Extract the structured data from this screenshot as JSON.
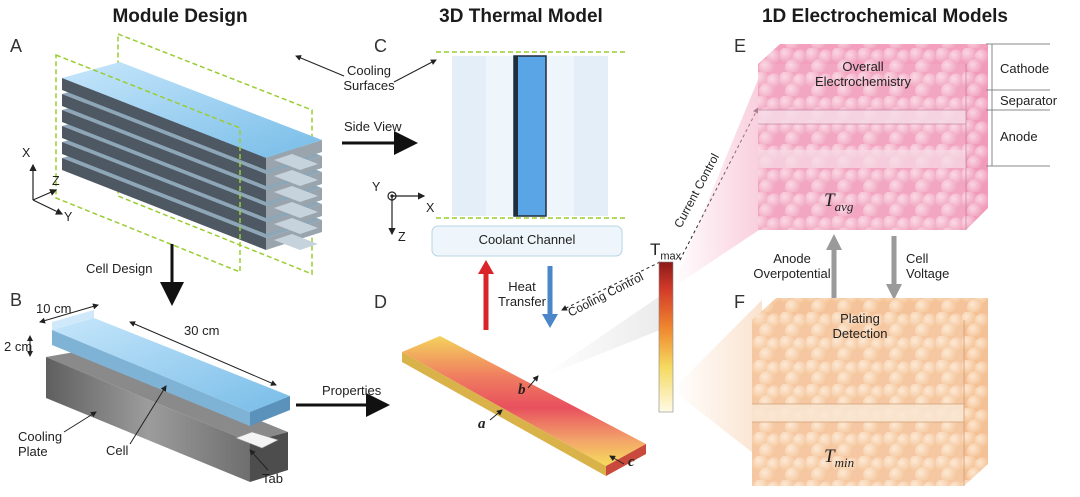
{
  "headers": {
    "module_design": "Module Design",
    "thermal_model": "3D Thermal Model",
    "electrochem_models": "1D Electrochemical Models"
  },
  "panels": {
    "A": "A",
    "B": "B",
    "C": "C",
    "D": "D",
    "E": "E",
    "F": "F"
  },
  "panel_a": {
    "cooling_surfaces": "Cooling\nSurfaces",
    "axis_x": "X",
    "axis_y": "Y",
    "axis_z": "Z"
  },
  "arrows": {
    "cell_design": "Cell Design",
    "side_view": "Side View",
    "properties": "Properties",
    "heat_transfer": "Heat\nTransfer",
    "cooling_control": "Cooling Control",
    "current_control": "Current Control",
    "anode_overpotential": "Anode\nOverpotential",
    "cell_voltage": "Cell\nVoltage"
  },
  "panel_b": {
    "width": "10 cm",
    "length": "30 cm",
    "thickness": "2 cm",
    "cooling_plate": "Cooling\nPlate",
    "cell": "Cell",
    "tab": "Tab"
  },
  "panel_c": {
    "coolant_channel": "Coolant Channel",
    "axis_y": "Y",
    "axis_x": "X",
    "axis_z": "Z"
  },
  "panel_d": {
    "point_a": "a",
    "point_b": "b",
    "point_c": "c",
    "tmax_letter": "T",
    "tmax_sub": "max"
  },
  "panel_e": {
    "overall": "Overall\nElectrochemistry",
    "cathode": "Cathode",
    "separator": "Separator",
    "anode": "Anode",
    "t_letter": "T",
    "t_sub": "avg"
  },
  "panel_f": {
    "plating": "Plating\nDetection",
    "t_letter": "T",
    "t_sub": "min"
  },
  "colors": {
    "cell_blue": "#9fd1f0",
    "plate_gray": "#7f7f7f",
    "cooling_dash": "#9acd32",
    "heat_red": "#d9252a",
    "cool_blue": "#4a86c8",
    "pink": "#f3a0bd",
    "peach": "#f6c9a0"
  }
}
